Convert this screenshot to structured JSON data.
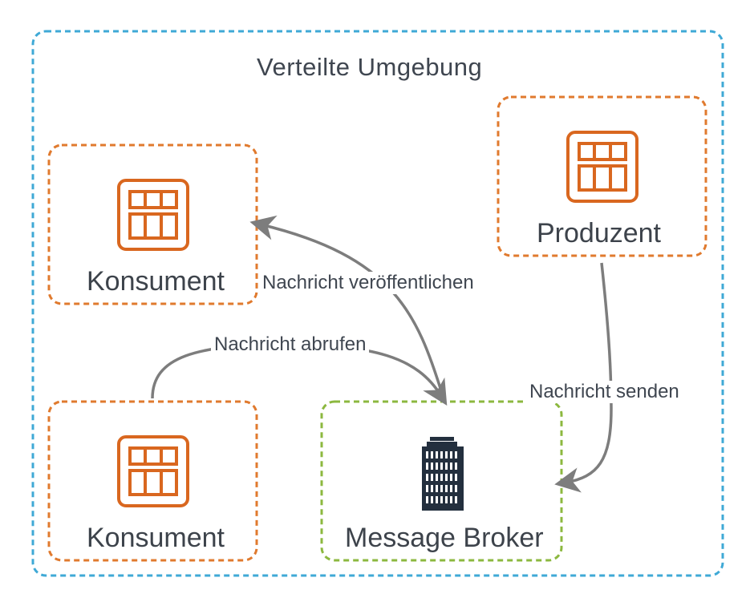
{
  "diagram": {
    "title": "Verteilte Umgebung",
    "nodes": {
      "producer": {
        "label": "Produzent",
        "icon": "service-grid-icon"
      },
      "consumer_top": {
        "label": "Konsument",
        "icon": "service-grid-icon"
      },
      "consumer_bottom": {
        "label": "Konsument",
        "icon": "service-grid-icon"
      },
      "broker": {
        "label": "Message Broker",
        "icon": "building-icon"
      }
    },
    "edges": {
      "send": {
        "label": "Nachricht senden",
        "from": "Produzent",
        "to": "Message Broker"
      },
      "publish": {
        "label": "Nachricht veröffentlichen",
        "from": "Message Broker",
        "to": "Konsument"
      },
      "fetch": {
        "label": "Nachricht abrufen",
        "from": "Konsument",
        "to": "Message Broker"
      }
    },
    "colors": {
      "environment_border": "#3fa9d6",
      "node_border": "#e07a2e",
      "broker_border": "#8cb83f",
      "service_icon": "#d9671f",
      "building_icon": "#232f3e",
      "arrow": "#7d7d7d",
      "text": "#3f4650"
    }
  }
}
